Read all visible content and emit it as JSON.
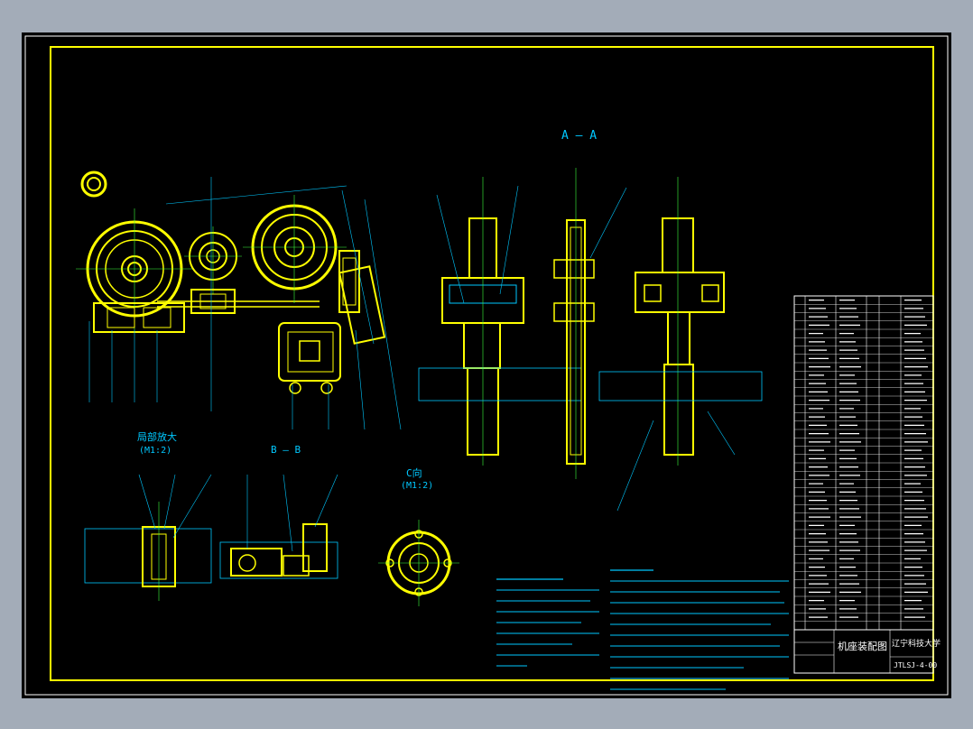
{
  "drawing": {
    "section_aa_label": "A — A",
    "section_bb_label": "B — B",
    "detail_label": "局部放大",
    "detail_scale": "(M1:2)",
    "view_c_label": "C向",
    "view_c_scale": "(M1:2)"
  },
  "title_block": {
    "title": "机座装配图",
    "school": "辽宁科技大学",
    "drawing_no": "JTLSJ-4-00"
  },
  "colors": {
    "background": "#000000",
    "frame": "#ffff00",
    "dimension": "#00c8ff",
    "centerline": "#3cff3c"
  }
}
